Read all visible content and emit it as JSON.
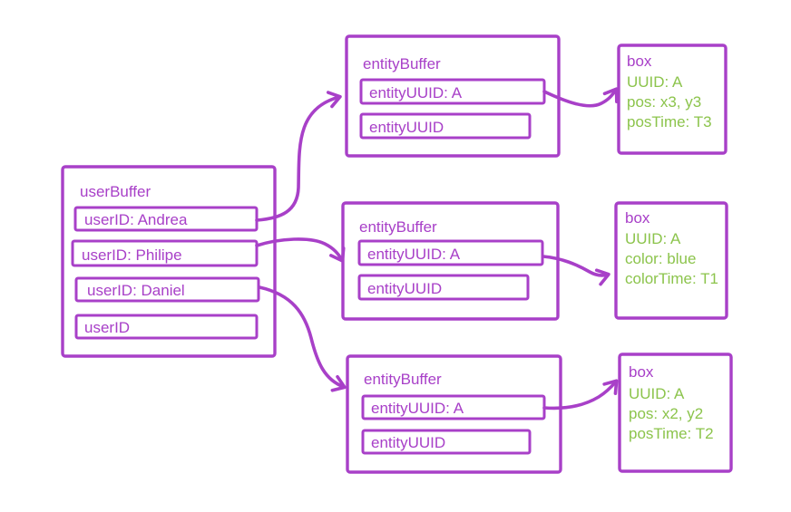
{
  "colors": {
    "purple": "#A840C8",
    "green": "#8CC44C",
    "background": "#FFFFFF"
  },
  "user_buffer": {
    "title": "userBuffer",
    "rows": [
      "userID: Andrea",
      "userID: Philipe",
      "userID: Daniel",
      "userID"
    ]
  },
  "entity_buffers": [
    {
      "title": "entityBuffer",
      "rows": [
        "entityUUID: A",
        "entityUUID"
      ]
    },
    {
      "title": "entityBuffer",
      "rows": [
        "entityUUID: A",
        "entityUUID"
      ]
    },
    {
      "title": "entityBuffer",
      "rows": [
        "entityUUID: A",
        "entityUUID"
      ]
    }
  ],
  "boxes": [
    {
      "title": "box",
      "lines": [
        "UUID: A",
        "pos: x3, y3",
        "posTime: T3"
      ]
    },
    {
      "title": "box",
      "lines": [
        "UUID: A",
        "color: blue",
        "colorTime: T1"
      ]
    },
    {
      "title": "box",
      "lines": [
        "UUID: A",
        "pos: x2, y2",
        "posTime: T2"
      ]
    }
  ],
  "edges": [
    {
      "from": "userID: Andrea",
      "to": "entityBuffer (top)"
    },
    {
      "from": "userID: Philipe",
      "to": "entityBuffer (middle)"
    },
    {
      "from": "userID: Daniel",
      "to": "entityBuffer (bottom)"
    },
    {
      "from": "entityUUID: A (top entityBuffer)",
      "to": "box (top)"
    },
    {
      "from": "entityUUID: A (middle entityBuffer)",
      "to": "box (middle)"
    },
    {
      "from": "entityUUID: A (bottom entityBuffer)",
      "to": "box (bottom)"
    }
  ]
}
